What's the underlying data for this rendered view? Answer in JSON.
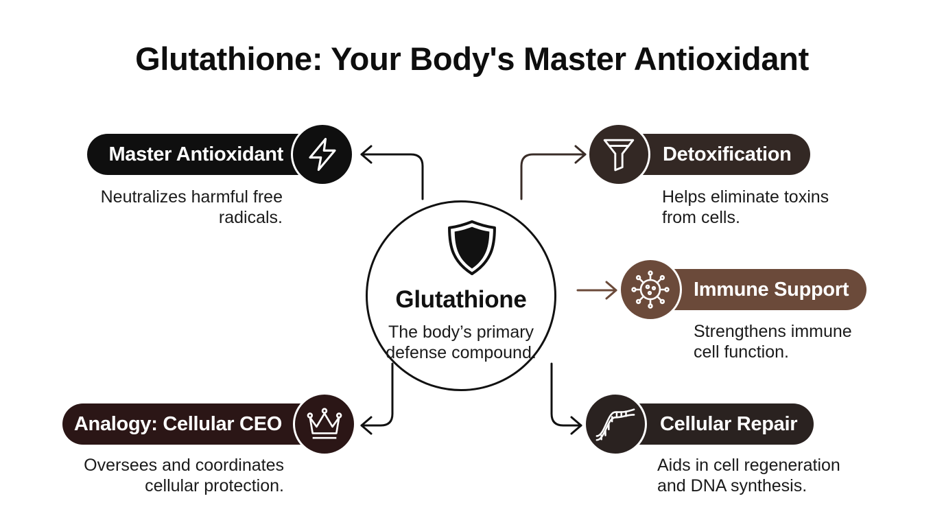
{
  "title": "Glutathione: Your Body's Master Antioxidant",
  "center": {
    "title": "Glutathione",
    "subtitle_line1": "The body’s primary",
    "subtitle_line2": "defense compound.",
    "icon": "shield-icon"
  },
  "nodes": {
    "master": {
      "label": "Master Antioxidant",
      "desc_line1": "Neutralizes harmful free",
      "desc_line2": "radicals.",
      "icon": "lightning-bolt-icon",
      "color": "#0f0f0f"
    },
    "ceo": {
      "label": "Analogy: Cellular CEO",
      "desc_line1": "Oversees and coordinates",
      "desc_line2": "cellular protection.",
      "icon": "crown-icon",
      "color": "#2b1616"
    },
    "detox": {
      "label": "Detoxification",
      "desc_line1": "Helps eliminate toxins",
      "desc_line2": "from cells.",
      "icon": "funnel-icon",
      "color": "#332824"
    },
    "immune": {
      "label": "Immune Support",
      "desc_line1": "Strengthens immune",
      "desc_line2": "cell function.",
      "icon": "virus-icon",
      "color": "#6b4a3a"
    },
    "repair": {
      "label": "Cellular Repair",
      "desc_line1": "Aids in cell regeneration",
      "desc_line2": "and DNA synthesis.",
      "icon": "dna-icon",
      "color": "#2a2220"
    }
  }
}
